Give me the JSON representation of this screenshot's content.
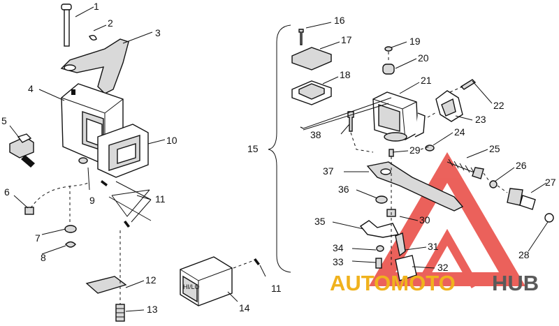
{
  "callouts": [
    {
      "id": "c1",
      "text": "1"
    },
    {
      "id": "c2",
      "text": "2"
    },
    {
      "id": "c3",
      "text": "3"
    },
    {
      "id": "c4",
      "text": "4"
    },
    {
      "id": "c5",
      "text": "5"
    },
    {
      "id": "c6",
      "text": "6"
    },
    {
      "id": "c7",
      "text": "7"
    },
    {
      "id": "c8",
      "text": "8"
    },
    {
      "id": "c9",
      "text": "9"
    },
    {
      "id": "c10",
      "text": "10"
    },
    {
      "id": "c11a",
      "text": "11"
    },
    {
      "id": "c11b",
      "text": "11"
    },
    {
      "id": "c12",
      "text": "12"
    },
    {
      "id": "c13",
      "text": "13"
    },
    {
      "id": "c14",
      "text": "14"
    },
    {
      "id": "c15",
      "text": "15"
    },
    {
      "id": "c16",
      "text": "16"
    },
    {
      "id": "c17",
      "text": "17"
    },
    {
      "id": "c18",
      "text": "18"
    },
    {
      "id": "c19",
      "text": "19"
    },
    {
      "id": "c20",
      "text": "20"
    },
    {
      "id": "c21",
      "text": "21"
    },
    {
      "id": "c22",
      "text": "22"
    },
    {
      "id": "c23",
      "text": "23"
    },
    {
      "id": "c24",
      "text": "24"
    },
    {
      "id": "c25",
      "text": "25"
    },
    {
      "id": "c26",
      "text": "26"
    },
    {
      "id": "c27",
      "text": "27"
    },
    {
      "id": "c28",
      "text": "28"
    },
    {
      "id": "c29",
      "text": "29"
    },
    {
      "id": "c30",
      "text": "30"
    },
    {
      "id": "c31",
      "text": "31"
    },
    {
      "id": "c32",
      "text": "32"
    },
    {
      "id": "c33",
      "text": "33"
    },
    {
      "id": "c34",
      "text": "34"
    },
    {
      "id": "c35",
      "text": "35"
    },
    {
      "id": "c36",
      "text": "36"
    },
    {
      "id": "c37",
      "text": "37"
    },
    {
      "id": "c38",
      "text": "38"
    }
  ],
  "switch_label": "HI/LO",
  "watermark": {
    "part1": "AUTOMOTO",
    "part2": "HUB",
    "color_primary": "#f0b21d",
    "color_secondary": "#5a5a5a",
    "triangle_color": "#e8463f"
  },
  "colors": {
    "line": "#111111",
    "fill_light": "#d9d9d9",
    "background": "#ffffff"
  }
}
